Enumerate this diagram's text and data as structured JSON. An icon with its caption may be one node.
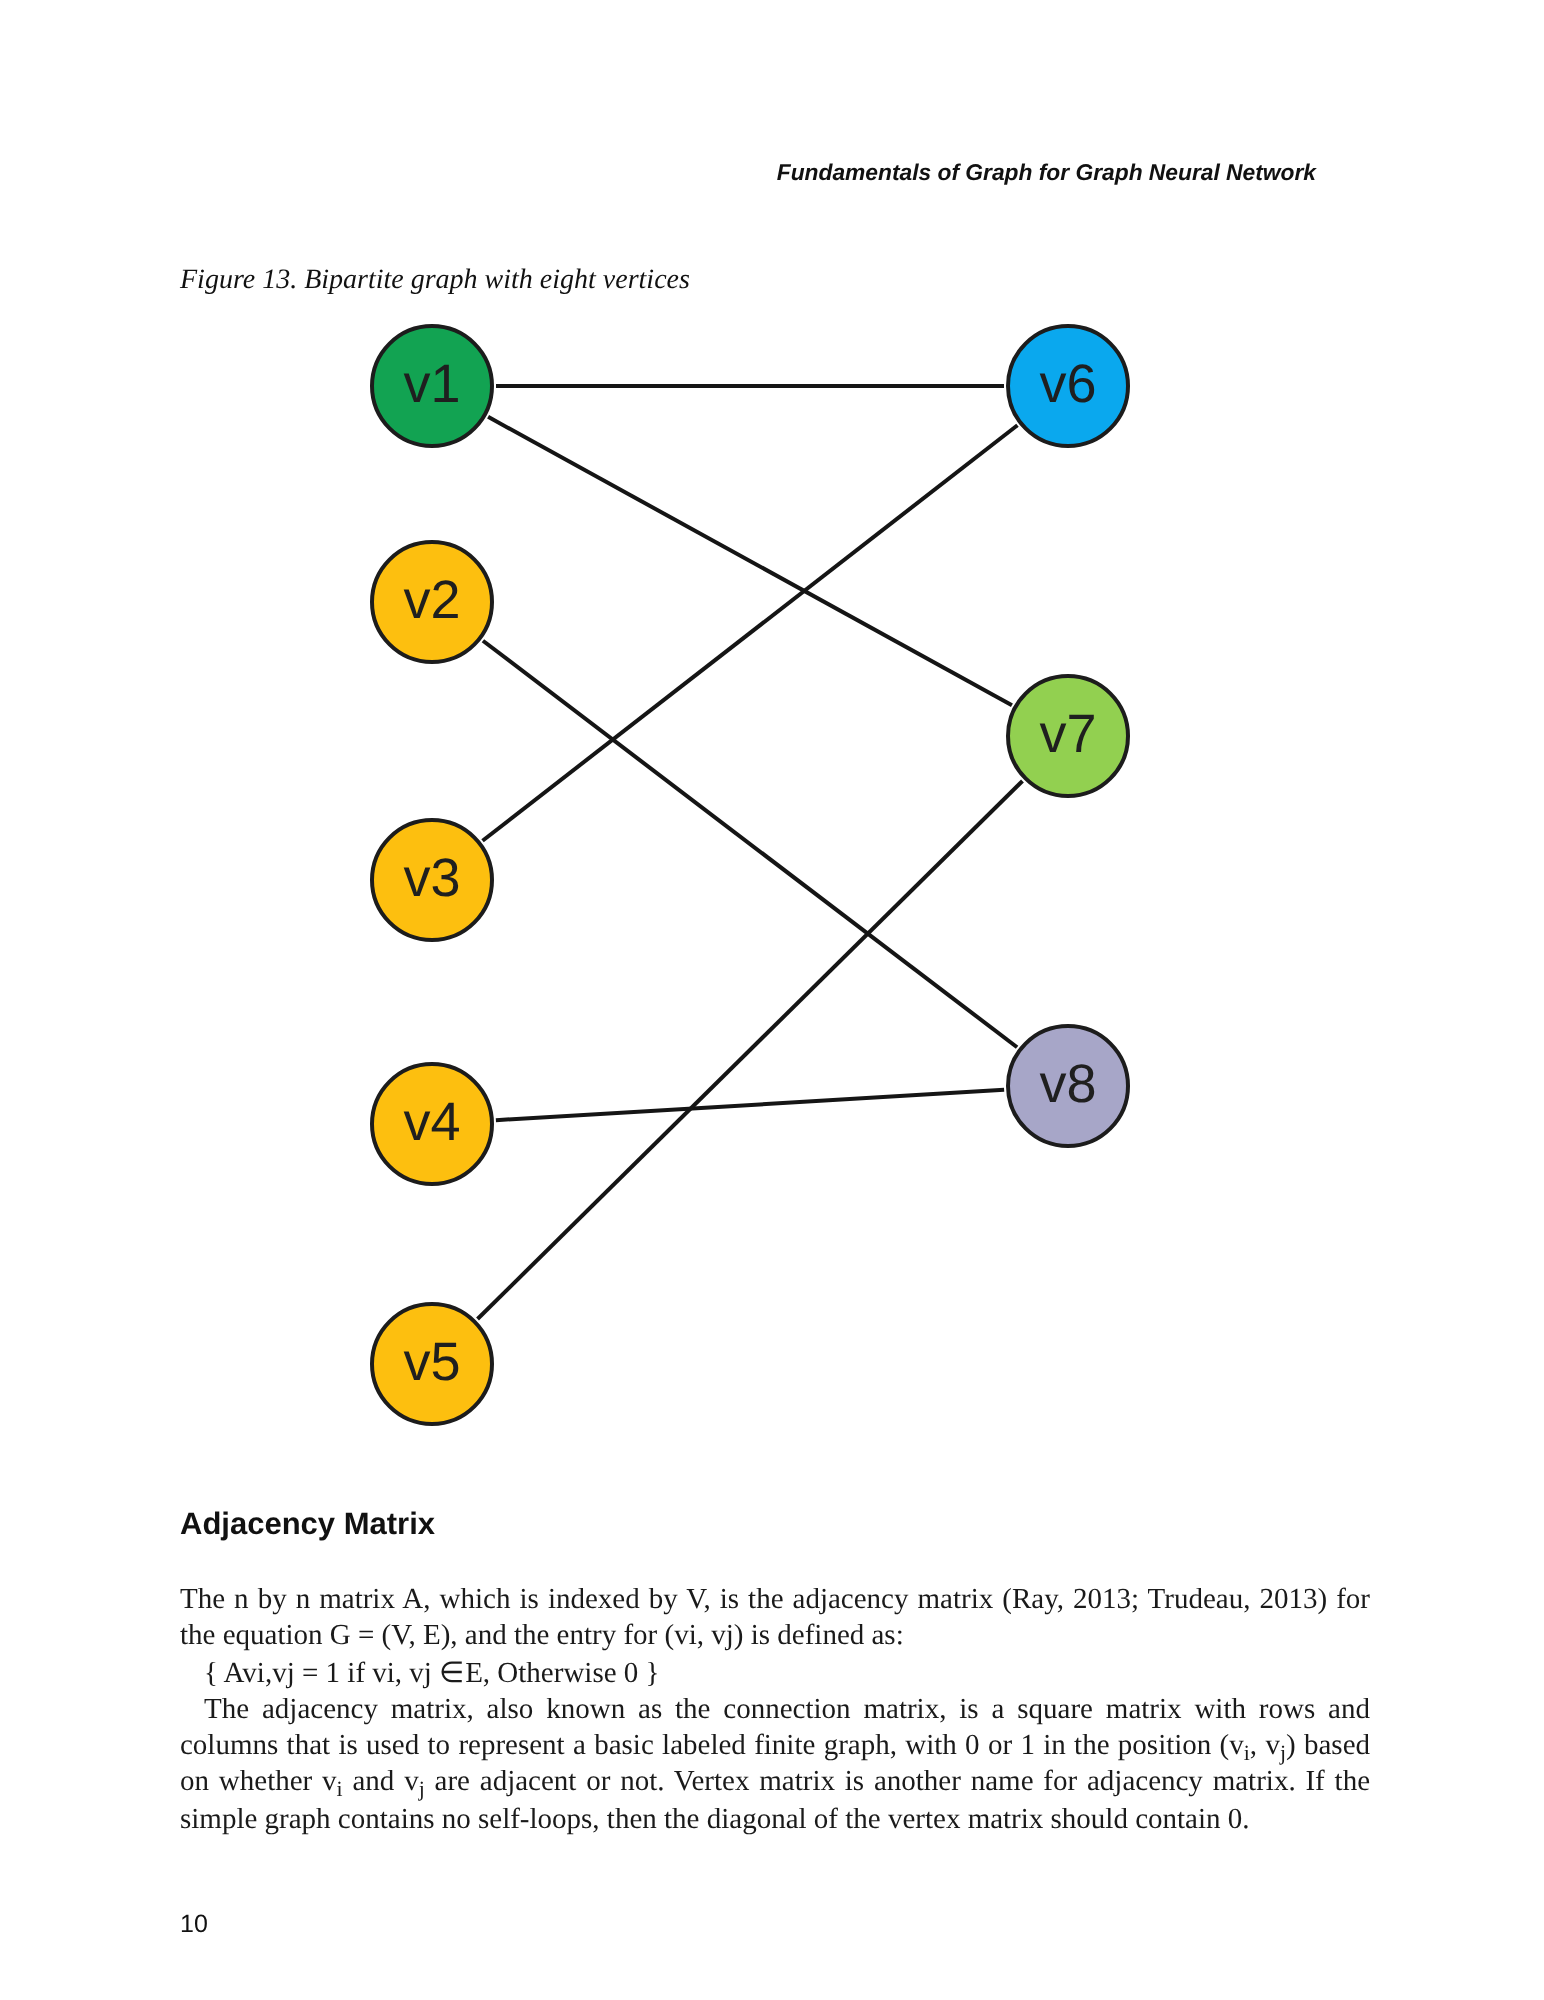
{
  "diagram": {
    "caption": "Figure 13. Bipartite graph with eight vertices",
    "nodes": [
      {
        "text": [
          "v1"
        ]
      },
      {
        "text": [
          "v2"
        ]
      },
      {
        "text": [
          "v3"
        ]
      },
      {
        "text": [
          "v4"
        ]
      },
      {
        "text": [
          "v5"
        ]
      },
      {
        "text": [
          "v6"
        ]
      },
      {
        "text": [
          "v7"
        ]
      },
      {
        "text": [
          "v8"
        ]
      }
    ],
    "edges": [
      {
        "from": 0,
        "to": 5,
        "arrow": "none"
      },
      {
        "from": 0,
        "to": 6,
        "arrow": "none"
      },
      {
        "from": 1,
        "to": 7,
        "arrow": "none"
      },
      {
        "from": 2,
        "to": 5,
        "arrow": "none"
      },
      {
        "from": 3,
        "to": 7,
        "arrow": "none"
      },
      {
        "from": 4,
        "to": 6,
        "arrow": "none"
      }
    ],
    "labels": [
      "Fundamentals of Graph for Graph Neural Network",
      "Adjacency Matrix",
      "The n by n matrix A, which is indexed by V, is the adjacency matrix (Ray, 2013; Trudeau, 2013) for the equation G = (V, E), and the entry for (vi, vj) is defined as:",
      "{ Avi,vj = 1 if vi, vj ∈E, Otherwise 0 }",
      "The adjacency matrix, also known as the connection matrix, is a square matrix with rows and columns that is used to represent a basic labeled finite graph, with 0 or 1 in the position (v$_{i}$, v$_{j}$) based on whether v$_{i}$ and v$_{j}$ are adjacent or not. Vertex matrix is another name for adjacency matrix. If the simple graph contains no self-loops, then the diagonal of the vertex matrix should contain 0.",
      "10"
    ]
  }
}
